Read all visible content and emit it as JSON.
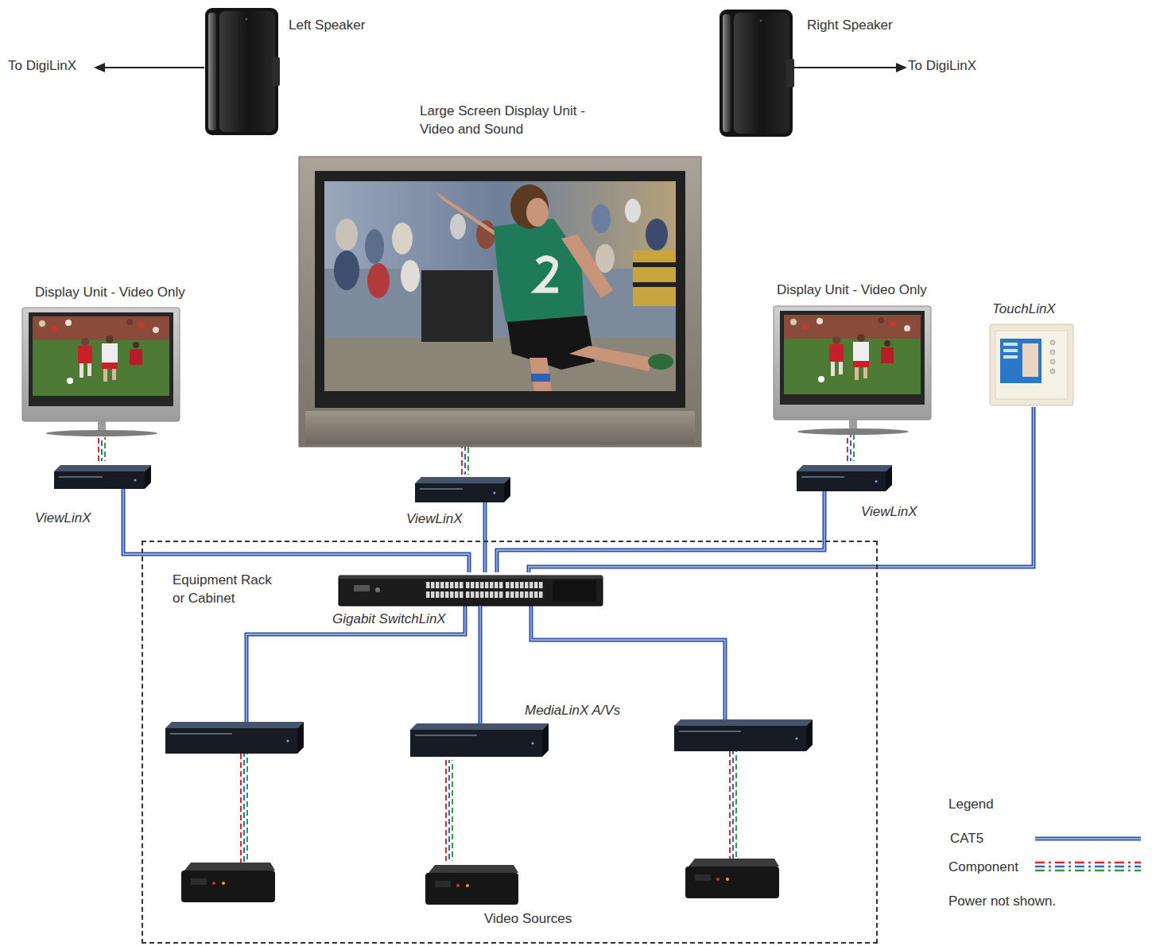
{
  "diagram": {
    "nodes": [
      {
        "text": [
          "Left Speaker"
        ]
      },
      {
        "text": [
          "Right Speaker"
        ]
      },
      {
        "text": [
          "Large Screen Display Unit - Video and Sound"
        ]
      },
      {
        "text": [
          "Display Unit - Video Only"
        ]
      },
      {
        "text": [
          "Display Unit - Video Only"
        ]
      },
      {
        "text": [
          "TouchLinX"
        ]
      },
      {
        "text": [
          "ViewLinX"
        ]
      },
      {
        "text": [
          "ViewLinX"
        ]
      },
      {
        "text": [
          "ViewLinX"
        ]
      },
      {
        "text": [
          "Equipment Rack or Cabinet"
        ]
      },
      {
        "text": [
          "Gigabit SwitchLinX"
        ],
        "in": 9
      },
      {
        "text": [
          "MediaLinX A/Vs"
        ],
        "in": 9
      },
      {
        "text": [
          "Video Sources"
        ],
        "in": 9
      }
    ],
    "edges": [
      {
        "from": 6,
        "to": 3,
        "arrow": "none"
      },
      {
        "from": 7,
        "to": 2,
        "arrow": "none"
      },
      {
        "from": 8,
        "to": 4,
        "arrow": "none"
      },
      {
        "from": 6,
        "to": 10,
        "arrow": "none"
      },
      {
        "from": 7,
        "to": 10,
        "arrow": "none"
      },
      {
        "from": 8,
        "to": 10,
        "arrow": "none"
      },
      {
        "from": 5,
        "to": 10,
        "arrow": "none"
      },
      {
        "from": 10,
        "to": 11,
        "arrow": "none"
      },
      {
        "from": 11,
        "to": 12,
        "arrow": "none"
      }
    ],
    "labels": [
      "To DigiLinX",
      "To DigiLinX",
      "Legend",
      "Power not shown."
    ],
    "legend": [
      {
        "text": "CAT5"
      },
      {
        "text": "Component"
      }
    ]
  }
}
